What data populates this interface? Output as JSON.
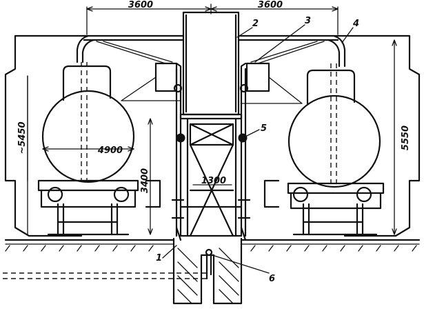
{
  "dimensions": {
    "top_left_span": "3600",
    "top_right_span": "3600",
    "left_height": "~5450",
    "tank_diameter": "4900",
    "platform_height": "3400",
    "tower_width": "1300",
    "right_height": "5550"
  },
  "callouts": {
    "c1": "1",
    "c2": "2",
    "c3": "3",
    "c4": "4",
    "c5": "5",
    "c6": "6"
  }
}
